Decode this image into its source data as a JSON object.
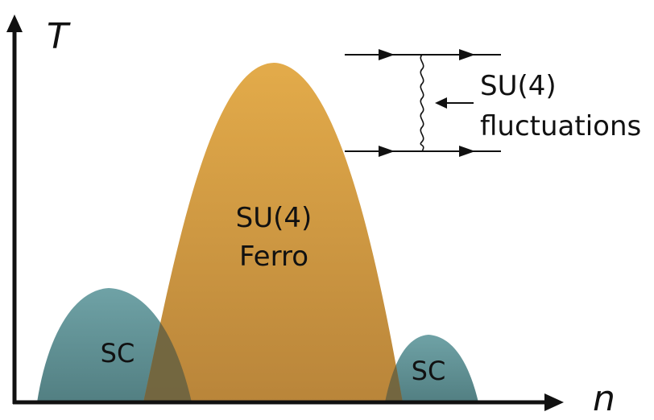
{
  "axes": {
    "y_label": "T",
    "x_label": "n"
  },
  "regions": {
    "ferro": {
      "line1": "SU(4)",
      "line2": "Ferro"
    },
    "sc_left": {
      "label": "SC"
    },
    "sc_right": {
      "label": "SC"
    }
  },
  "inset": {
    "line1": "SU(4)",
    "line2": "fluctuations"
  },
  "colors": {
    "ferro_light": "#e0a848",
    "ferro_dark": "#b88538",
    "sc_light": "#6a9fa3",
    "sc_dark": "#4f7e80",
    "overlap": "#6b6440",
    "ink": "#111111"
  }
}
